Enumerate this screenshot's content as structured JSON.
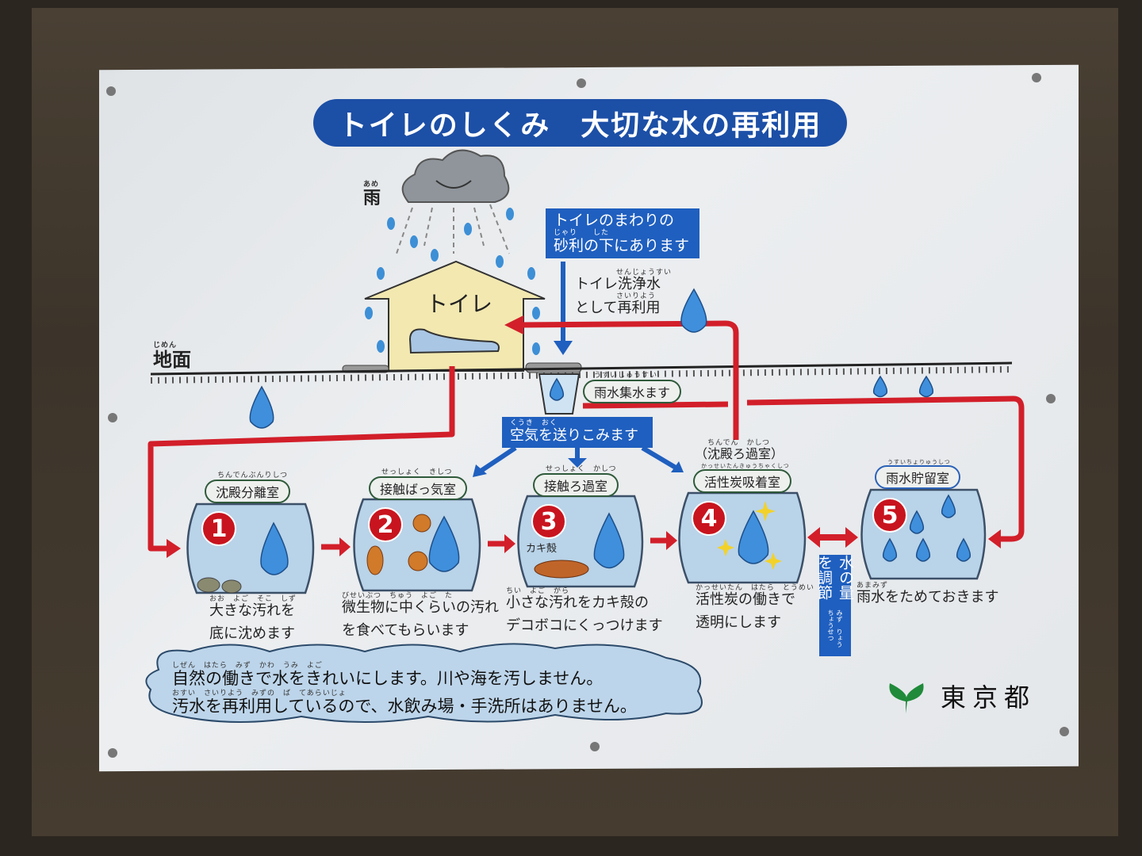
{
  "title": "トイレのしくみ　大切な水の再利用",
  "rain": {
    "label": "雨",
    "furigana": "あめ"
  },
  "ground": {
    "label": "地面",
    "furigana": "じめん"
  },
  "toilet_house": {
    "label": "トイレ"
  },
  "gravel_note": {
    "lines": [
      "トイレのまわりの",
      "砂利の下にあります"
    ],
    "furigana": "じゃり　　した"
  },
  "reuse_note": {
    "line1": "トイレ洗浄水",
    "line1_furigana": "せんじょうすい",
    "line2": "として再利用",
    "line2_furigana": "さいりよう"
  },
  "rain_collector": {
    "label": "雨水集水ます",
    "furigana": "うすいしゅうすい"
  },
  "air_note": {
    "label": "空気を送りこみます",
    "furigana": "くうき　おく"
  },
  "chambers": [
    {
      "number": "1",
      "name": "沈殿分離室",
      "name_furigana": "ちんでんぶんりしつ",
      "caption": [
        "大きな汚れを",
        "底に沈めます"
      ],
      "caption_furigana": "おお　よご　そこ　しず"
    },
    {
      "number": "2",
      "name": "接触ばっ気室",
      "name_furigana": "せっしょく　きしつ",
      "caption": [
        "微生物に中くらいの汚れ",
        "を食べてもらいます"
      ],
      "caption_furigana": "びせいぶつ　ちゅう　よご　た"
    },
    {
      "number": "3",
      "name": "接触ろ過室",
      "name_furigana": "せっしょく　かしつ",
      "inner_label": "カキ殻",
      "caption": [
        "小さな汚れをカキ殻の",
        "デコボコにくっつけます"
      ],
      "caption_furigana": "ちい　よご　がら"
    },
    {
      "number": "4",
      "name": "活性炭吸着室",
      "name_furigana": "かっせいたんきゅうちゃくしつ",
      "subname": "（沈殿ろ過室）",
      "subname_furigana": "ちんでん　かしつ",
      "caption": [
        "活性炭の働きで",
        "透明にします"
      ],
      "caption_furigana": "かっせいたん　はたら　とうめい"
    },
    {
      "number": "5",
      "name": "雨水貯留室",
      "name_furigana": "うすいちょりゅうしつ",
      "caption": [
        "雨水をためておきます"
      ],
      "caption_furigana": "あまみず"
    }
  ],
  "water_adjust": {
    "label": "水の量を調節",
    "furigana": "みず　りょう　ちょうせつ"
  },
  "bottom_message": {
    "line1": "自然の働きで水をきれいにします。川や海を汚しません。",
    "line1_furigana": "しぜん　はたら　みず　かわ　うみ　よご",
    "line2": "汚水を再利用しているので、水飲み場・手洗所はありません。",
    "line2_furigana": "おすい　さいりよう　みずの　ば　てあらいじょ"
  },
  "logo": {
    "label": "東京都"
  },
  "colors": {
    "blue": "#1c4fa6",
    "red": "#d21f2a",
    "green": "#1f8a3a",
    "house": "#f2e8b0"
  }
}
